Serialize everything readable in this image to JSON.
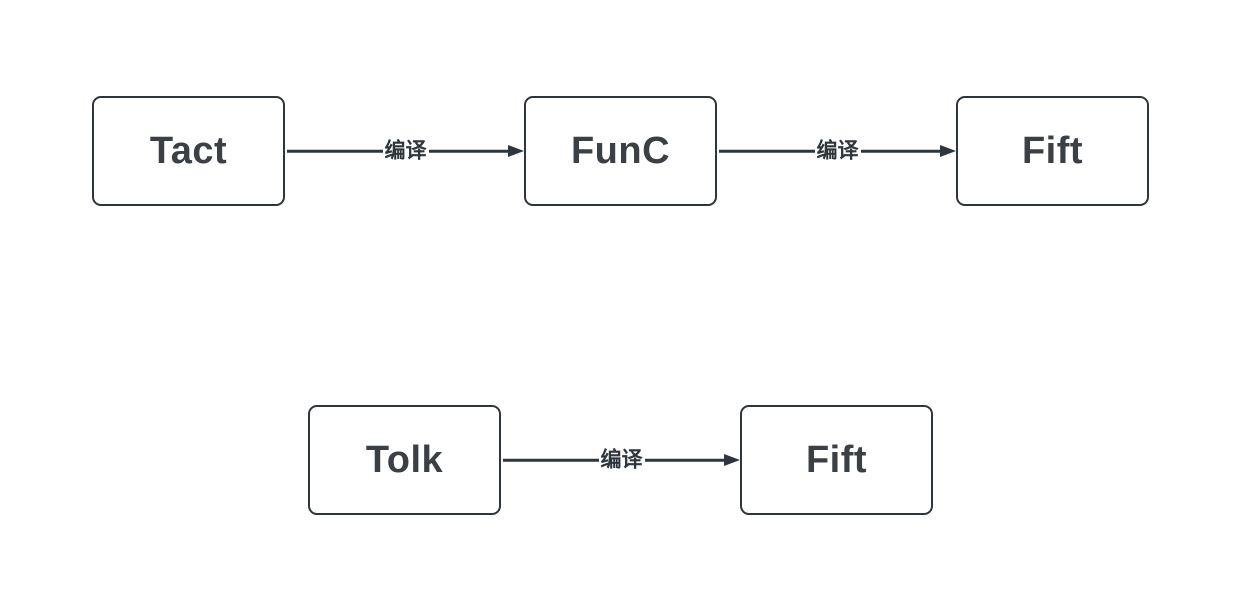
{
  "colors": {
    "stroke": "#2f353c",
    "text": "#3a4045",
    "background": "#ffffff"
  },
  "diagram": {
    "nodes": [
      {
        "id": "tact",
        "label": "Tact"
      },
      {
        "id": "func",
        "label": "FunC"
      },
      {
        "id": "fift-top",
        "label": "Fift"
      },
      {
        "id": "tolk",
        "label": "Tolk"
      },
      {
        "id": "fift-bottom",
        "label": "Fift"
      }
    ],
    "edges": [
      {
        "from": "tact",
        "to": "func",
        "label": "编译"
      },
      {
        "from": "func",
        "to": "fift-top",
        "label": "编译"
      },
      {
        "from": "tolk",
        "to": "fift-bottom",
        "label": "编译"
      }
    ]
  }
}
